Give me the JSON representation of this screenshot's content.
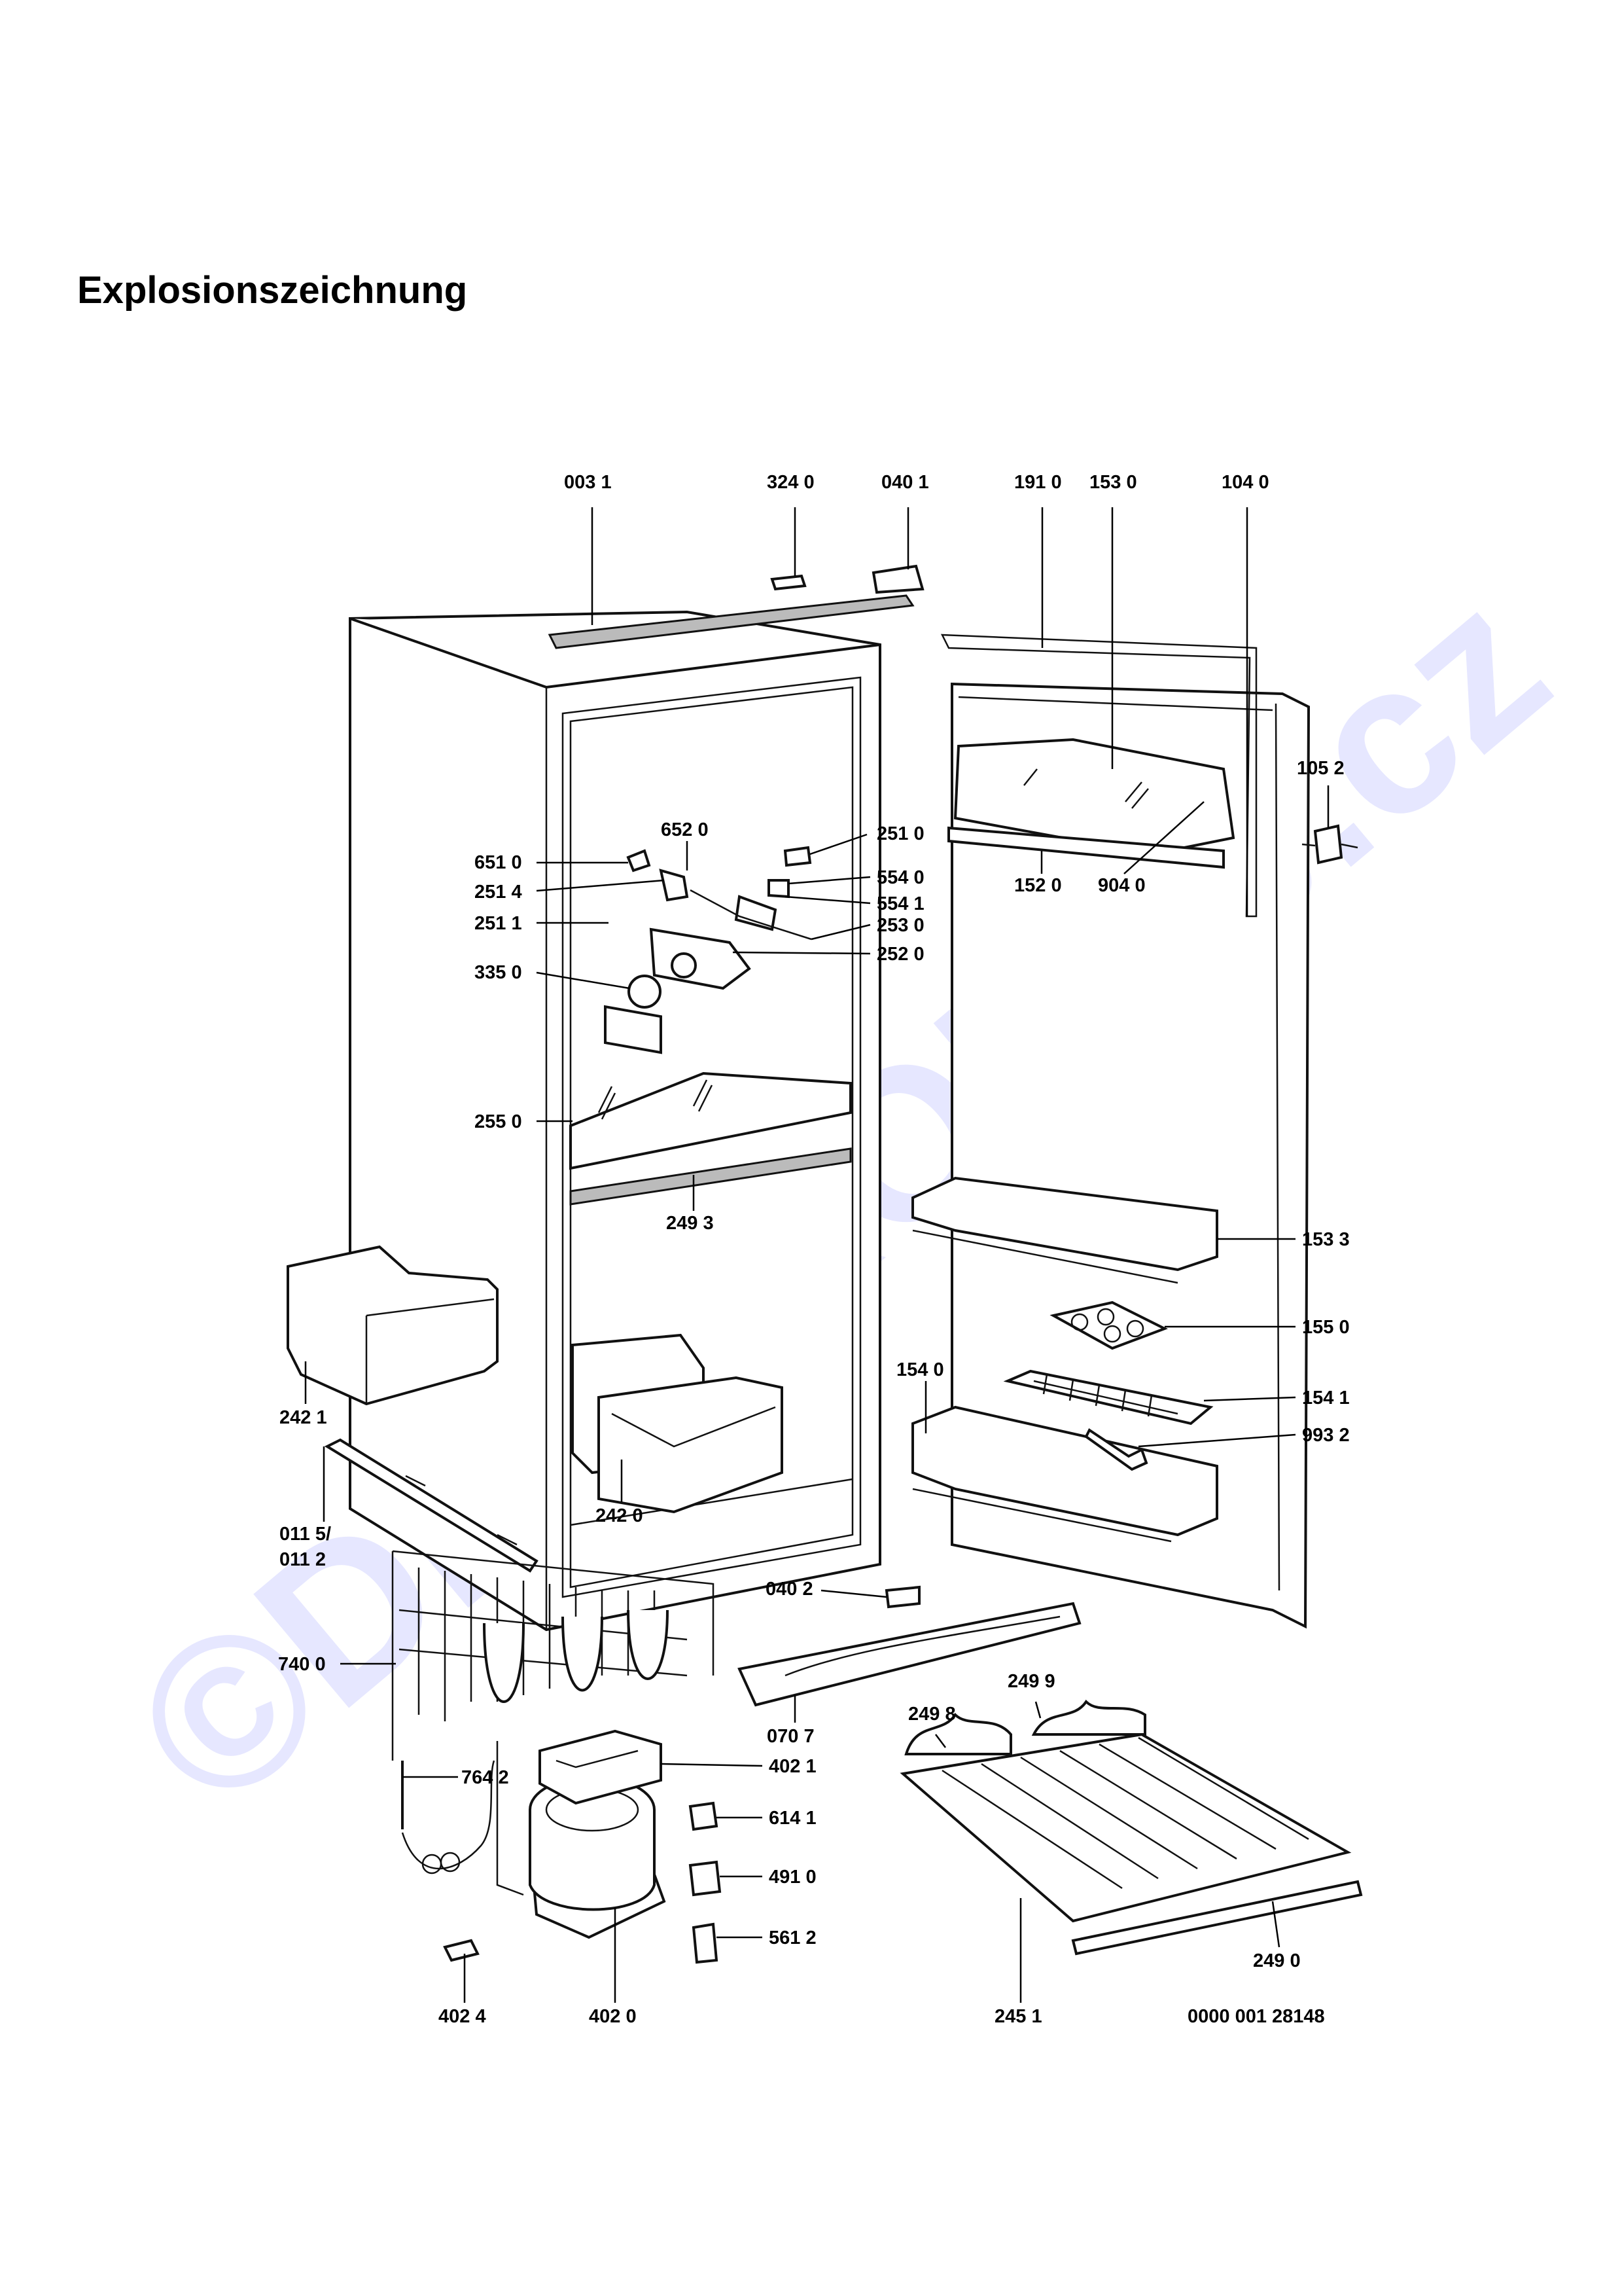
{
  "heading": "Explosionszeichnung",
  "watermark": "©DIY-PRODEJ.cz",
  "drawing_number": "0000 001 28148",
  "labels": {
    "l0031": "003 1",
    "l3240": "324 0",
    "l0401": "040 1",
    "l1910": "191 0",
    "l1530": "153 0",
    "l1040": "104 0",
    "l1052": "105 2",
    "l6520": "652 0",
    "l6510": "651 0",
    "l2514": "251 4",
    "l2511": "251 1",
    "l3350": "335 0",
    "l2510": "251 0",
    "l5540": "554 0",
    "l5541": "554 1",
    "l2530": "253 0",
    "l2520": "252 0",
    "l1520": "152 0",
    "l9040": "904 0",
    "l2550": "255 0",
    "l2493": "249 3",
    "l1533": "153 3",
    "l1550": "155 0",
    "l1540": "154 0",
    "l1541": "154 1",
    "l9932": "993 2",
    "l2421": "242 1",
    "l2420": "242 0",
    "l0115": "011 5/",
    "l0112": "011 2",
    "l7400": "740 0",
    "l0402": "040 2",
    "l0707": "070 7",
    "l2499": "249 9",
    "l2498": "249 8",
    "l7642": "764 2",
    "l4021": "402 1",
    "l6141": "614 1",
    "l4910": "491 0",
    "l5612": "561 2",
    "l2490": "249 0",
    "l4024": "402 4",
    "l4020": "402 0",
    "l2451": "245 1"
  }
}
